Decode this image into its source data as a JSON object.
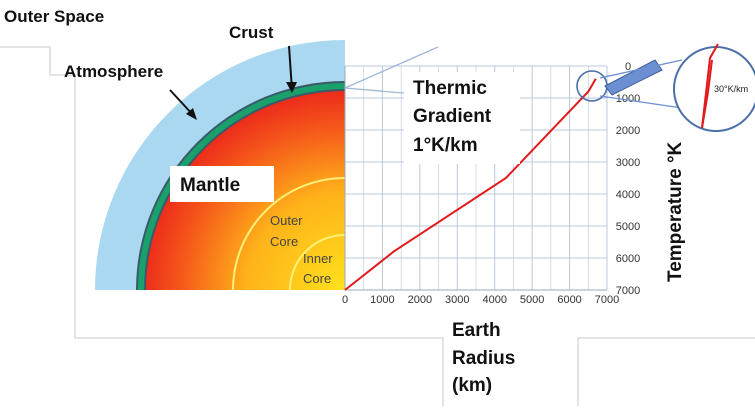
{
  "labels": {
    "outer_space": "Outer Space",
    "crust": "Crust",
    "atmosphere": "Atmosphere",
    "mantle": "Mantle",
    "outer_core_1": "Outer",
    "outer_core_2": "Core",
    "inner_core_1": "Inner",
    "inner_core_2": "Core",
    "thermic_1": "Thermic",
    "thermic_2": "Gradient",
    "thermic_3": "1°K/km",
    "inset": "30°K/km",
    "x_axis_1": "Earth",
    "x_axis_2": "Radius",
    "x_axis_3": "(km)",
    "y_axis": "Temperature °K"
  },
  "colors": {
    "atmosphere": "#a9d8f0",
    "crust": "#1aa06a",
    "crust_edge": "#3a5a6a",
    "mantle_outer": "#e8151c",
    "core_inner": "#ffd21a",
    "boundary": "#fff176",
    "grid": "#b8c8dc",
    "line": "#e31a1c",
    "inset_ring": "#4a6fa8",
    "pointer": "#6b8fd0"
  },
  "chart_data": {
    "type": "line",
    "x_ticks": [
      "0",
      "1000",
      "2000",
      "3000",
      "4000",
      "5000",
      "6000",
      "7000"
    ],
    "y_ticks": [
      "0",
      "1000",
      "2000",
      "3000",
      "4000",
      "5000",
      "6000",
      "7000"
    ],
    "xlim": [
      0,
      7000
    ],
    "ylim": [
      0,
      7000
    ],
    "y_reversed": true,
    "grid": true,
    "series": [
      {
        "x": [
          0,
          1300,
          4300,
          6500,
          6700
        ],
        "y": [
          7000,
          5800,
          3500,
          800,
          400
        ]
      }
    ]
  }
}
